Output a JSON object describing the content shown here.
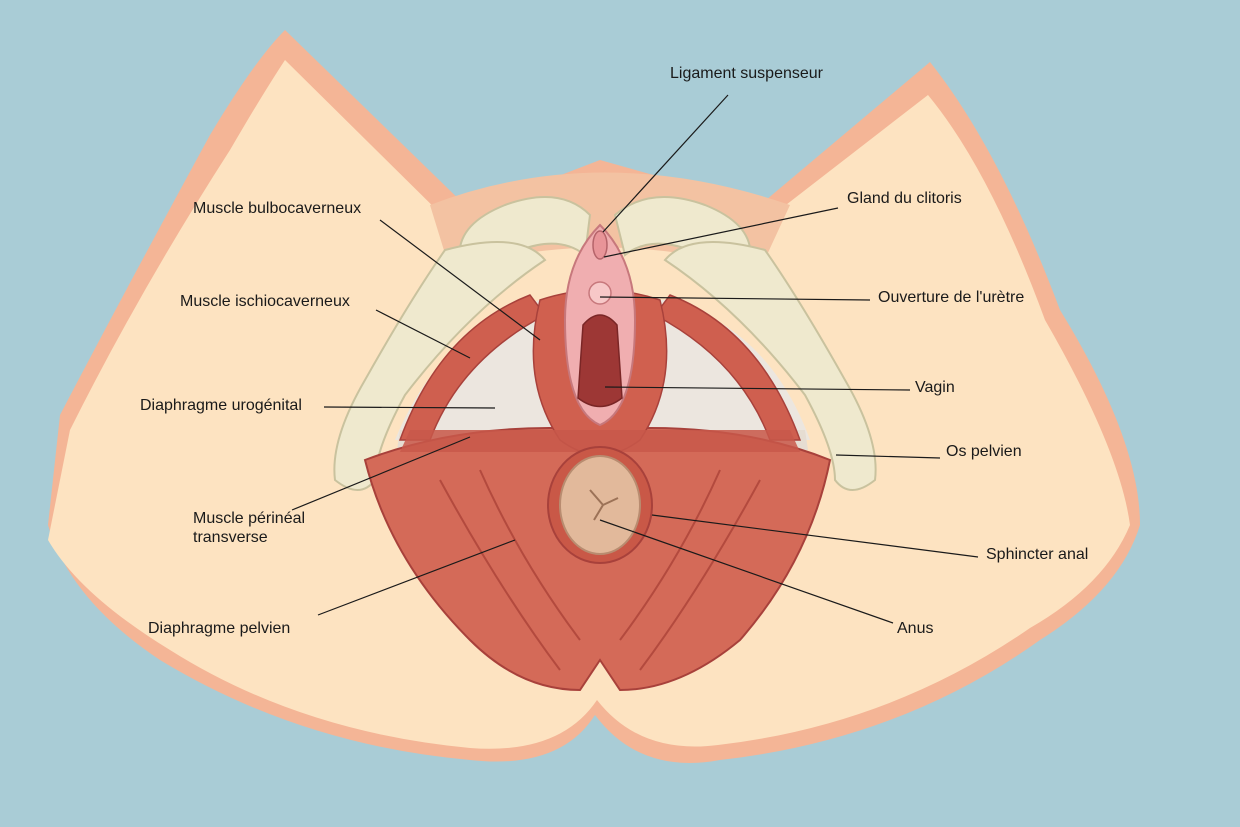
{
  "labels": {
    "ligament": "Ligament suspenseur",
    "clitoris": "Gland du clitoris",
    "uretre": "Ouverture de l'urètre",
    "vagin": "Vagin",
    "os": "Os pelvien",
    "sphincter": "Sphincter anal",
    "anus": "Anus",
    "bulbo": "Muscle bulbocaverneux",
    "ischio": "Muscle ischiocaverneux",
    "diaph_uro": "Diaphragme urogénital",
    "perineal_l1": "Muscle périnéal",
    "perineal_l2": "transverse",
    "diaph_pel": "Diaphragme pelvien"
  },
  "colors": {
    "background": "#a9ccd6",
    "skin": "#fde3c1",
    "skin_shadow": "#f3b497",
    "muscle": "#d46a58",
    "muscle_dark": "#a8413b",
    "bone": "#eee9cd",
    "membrane": "#ece6df",
    "vulva": "#f0aeb0",
    "anus": "#e2b99b",
    "line": "#1a1a1a"
  }
}
